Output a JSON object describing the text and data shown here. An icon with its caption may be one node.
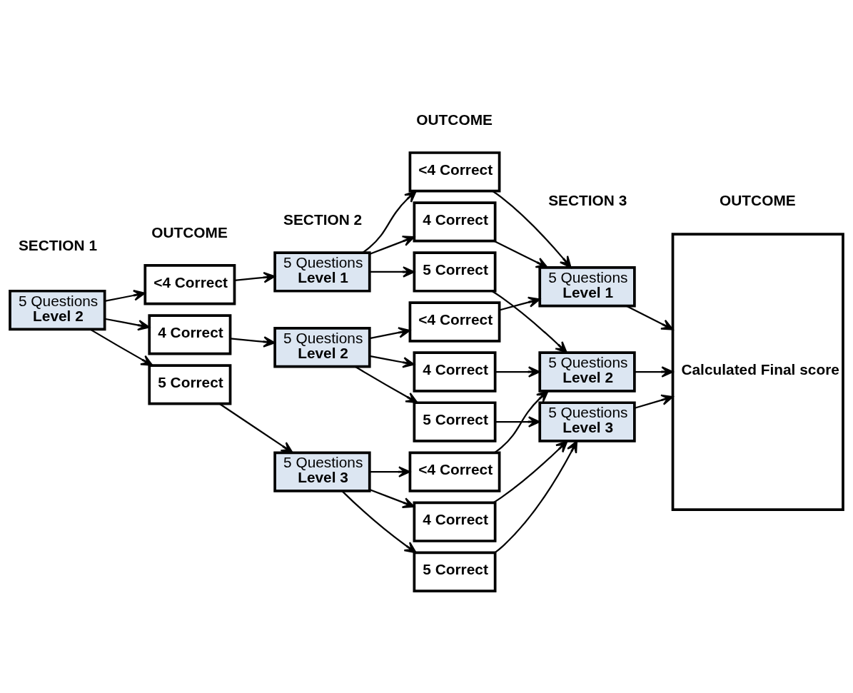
{
  "diagram": {
    "nodes": [
      {
        "text": [
          "5 Questions",
          "Level 2"
        ]
      },
      {
        "text": [
          "<4 Correct"
        ]
      },
      {
        "text": [
          "4 Correct"
        ]
      },
      {
        "text": [
          "5 Correct"
        ]
      },
      {
        "text": [
          "5 Questions",
          "Level 1"
        ]
      },
      {
        "text": [
          "5 Questions",
          "Level 2"
        ]
      },
      {
        "text": [
          "5 Questions",
          "Level 3"
        ]
      },
      {
        "text": [
          "<4 Correct"
        ]
      },
      {
        "text": [
          "4 Correct"
        ]
      },
      {
        "text": [
          "5 Correct"
        ]
      },
      {
        "text": [
          "<4 Correct"
        ]
      },
      {
        "text": [
          "4 Correct"
        ]
      },
      {
        "text": [
          "5 Correct"
        ]
      },
      {
        "text": [
          "<4 Correct"
        ]
      },
      {
        "text": [
          "4 Correct"
        ]
      },
      {
        "text": [
          "5 Correct"
        ]
      },
      {
        "text": [
          "5 Questions",
          "Level 1"
        ]
      },
      {
        "text": [
          "5 Questions",
          "Level 2"
        ]
      },
      {
        "text": [
          "5 Questions",
          "Level 3"
        ]
      },
      {
        "text": [
          "Calculated Final score"
        ]
      }
    ],
    "edges": [
      {
        "from": 0,
        "to": 1,
        "arrow": "to"
      },
      {
        "from": 0,
        "to": 2,
        "arrow": "to"
      },
      {
        "from": 0,
        "to": 3,
        "arrow": "to"
      },
      {
        "from": 1,
        "to": 4,
        "arrow": "to"
      },
      {
        "from": 2,
        "to": 5,
        "arrow": "to"
      },
      {
        "from": 3,
        "to": 6,
        "arrow": "to"
      },
      {
        "from": 4,
        "to": 7,
        "arrow": "to"
      },
      {
        "from": 4,
        "to": 8,
        "arrow": "to"
      },
      {
        "from": 4,
        "to": 9,
        "arrow": "to"
      },
      {
        "from": 5,
        "to": 10,
        "arrow": "to"
      },
      {
        "from": 5,
        "to": 11,
        "arrow": "to"
      },
      {
        "from": 5,
        "to": 12,
        "arrow": "to"
      },
      {
        "from": 6,
        "to": 13,
        "arrow": "to"
      },
      {
        "from": 6,
        "to": 14,
        "arrow": "to"
      },
      {
        "from": 6,
        "to": 15,
        "arrow": "to"
      },
      {
        "from": 7,
        "to": 16,
        "arrow": "to"
      },
      {
        "from": 8,
        "to": 16,
        "arrow": "to"
      },
      {
        "from": 9,
        "to": 17,
        "arrow": "to"
      },
      {
        "from": 10,
        "to": 16,
        "arrow": "to"
      },
      {
        "from": 11,
        "to": 17,
        "arrow": "to"
      },
      {
        "from": 12,
        "to": 18,
        "arrow": "to"
      },
      {
        "from": 13,
        "to": 17,
        "arrow": "to"
      },
      {
        "from": 14,
        "to": 18,
        "arrow": "to"
      },
      {
        "from": 15,
        "to": 18,
        "arrow": "to"
      },
      {
        "from": 16,
        "to": 19,
        "arrow": "to"
      },
      {
        "from": 17,
        "to": 19,
        "arrow": "to"
      },
      {
        "from": 18,
        "to": 19,
        "arrow": "to"
      }
    ],
    "labels": [
      "SECTION 1",
      "SECTION 2",
      "SECTION 3",
      "OUTCOME",
      "OUTCOME",
      "OUTCOME"
    ]
  }
}
